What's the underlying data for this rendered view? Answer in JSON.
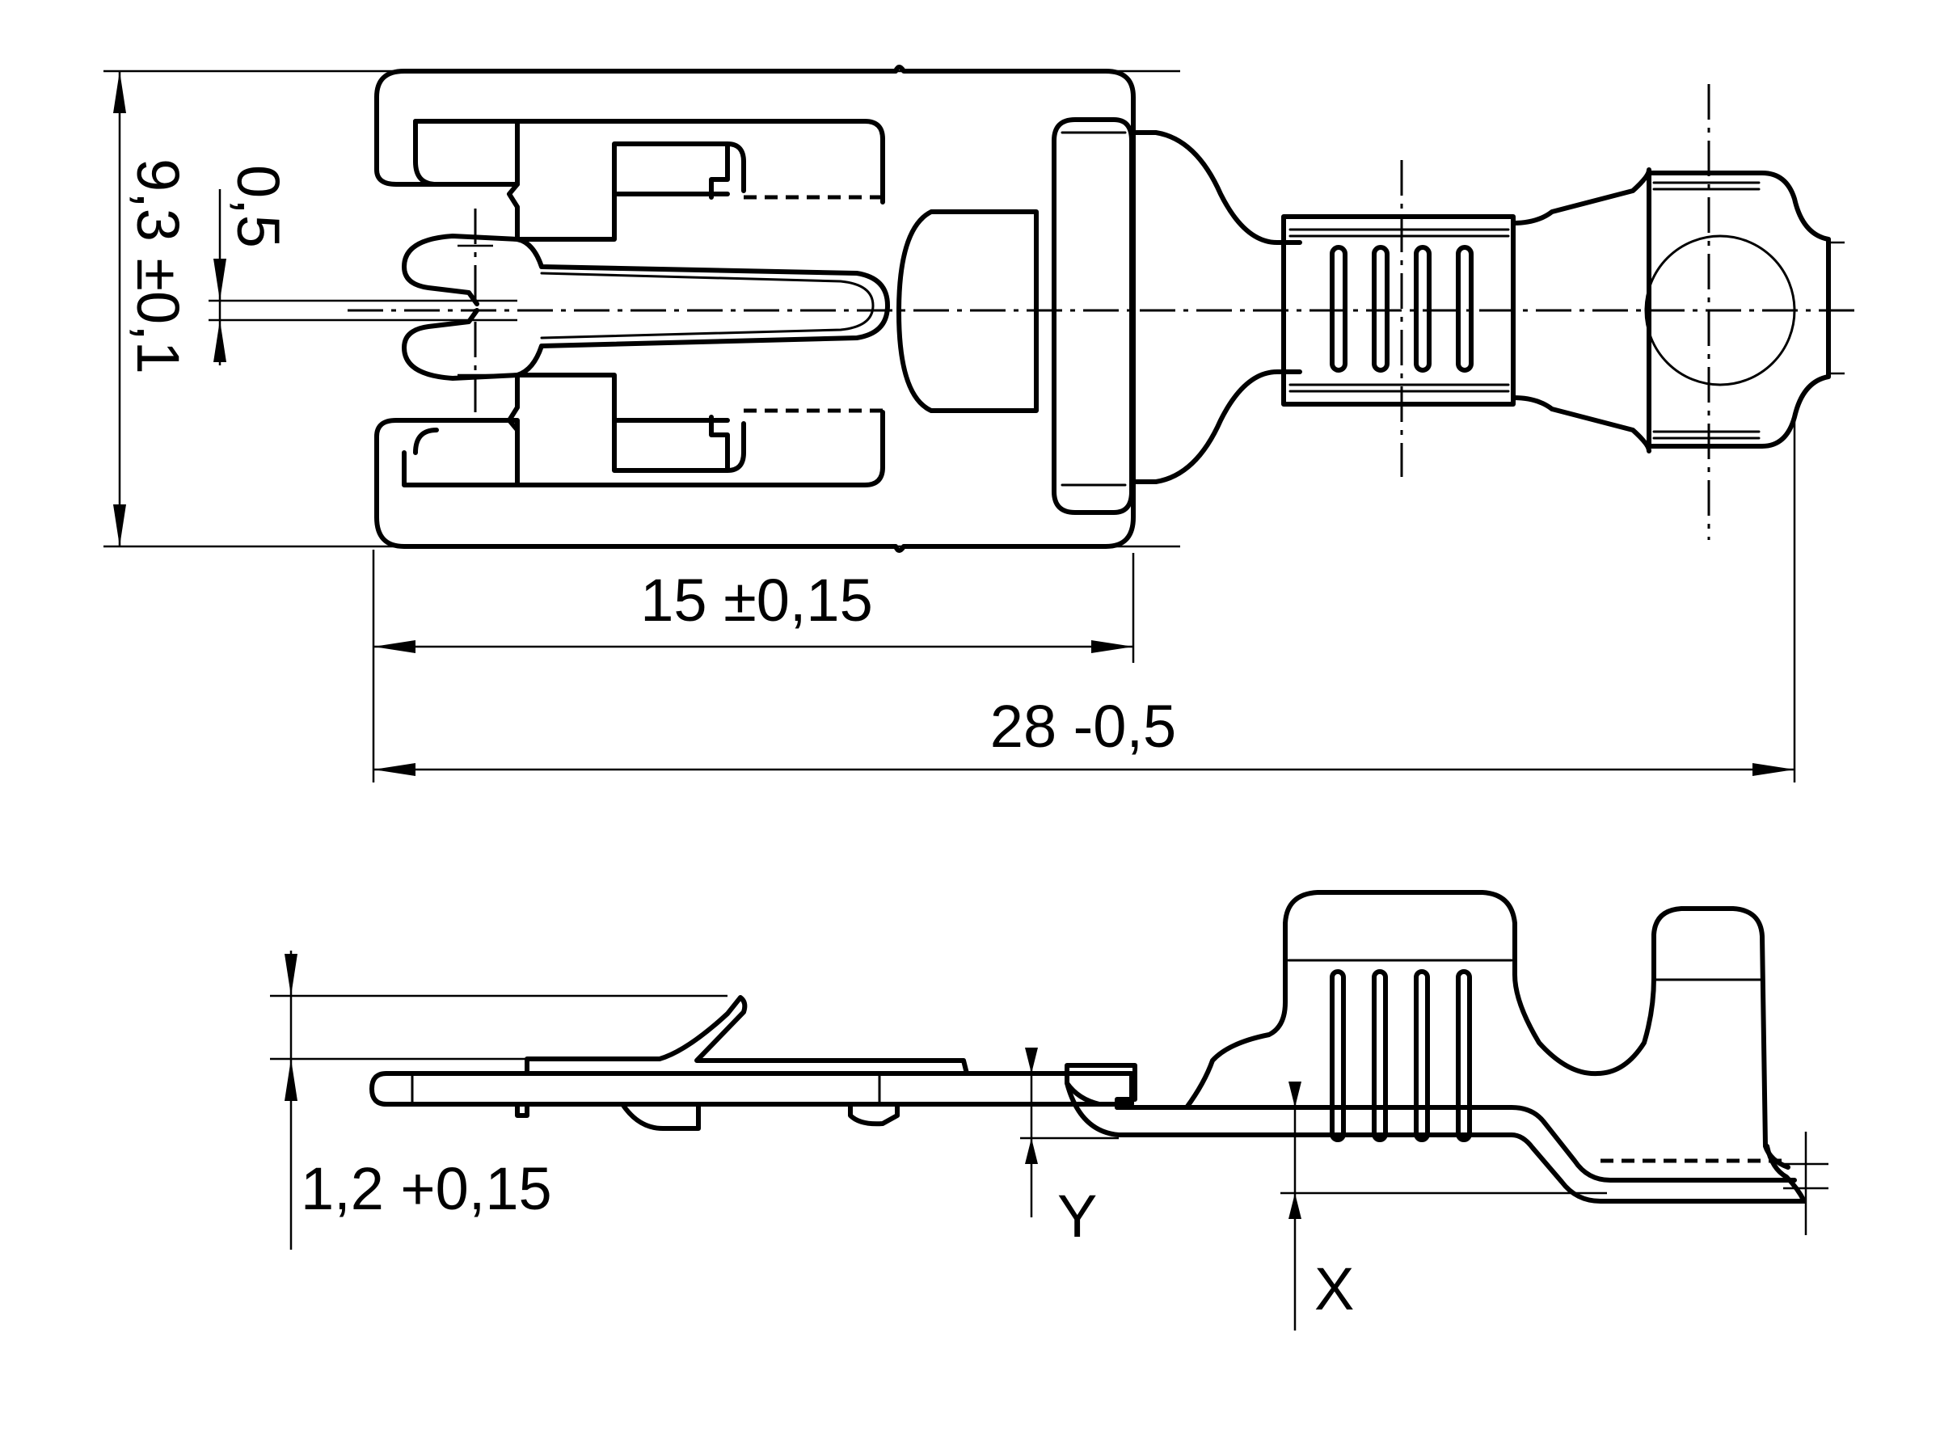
{
  "drawing": {
    "dimensions": {
      "width_tol": "9,3 ±0,1",
      "pitch": "0,5",
      "length_contact": "15 ±0,15",
      "length_total": "28 -0,5",
      "thickness": "1,2 +0,15",
      "marker_y": "Y",
      "marker_x": "X"
    }
  }
}
